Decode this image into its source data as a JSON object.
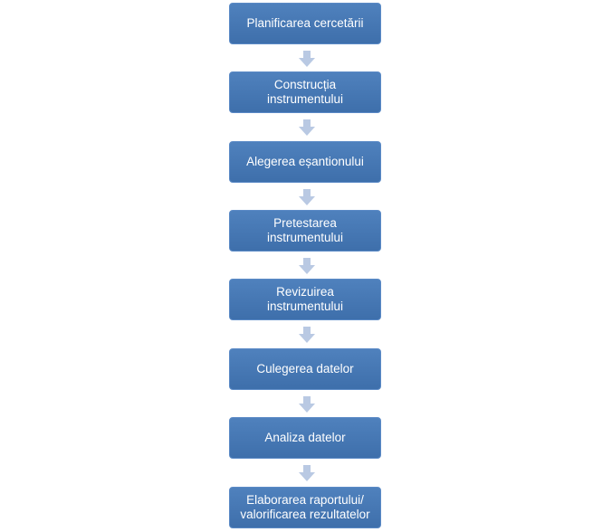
{
  "diagram": {
    "steps": [
      {
        "label": "Planificarea cercetării"
      },
      {
        "label": "Construcția\ninstrumentului"
      },
      {
        "label": "Alegerea eșantionului"
      },
      {
        "label": "Pretestarea\ninstrumentului"
      },
      {
        "label": "Revizuirea\ninstrumentului"
      },
      {
        "label": "Culegerea datelor"
      },
      {
        "label": "Analiza datelor"
      },
      {
        "label": "Elaborarea raportului/\nvalorificarea rezultatelor"
      }
    ],
    "colors": {
      "box_fill": "#4f81bd",
      "box_text": "#ffffff",
      "arrow_fill": "#b9c9e3"
    }
  }
}
